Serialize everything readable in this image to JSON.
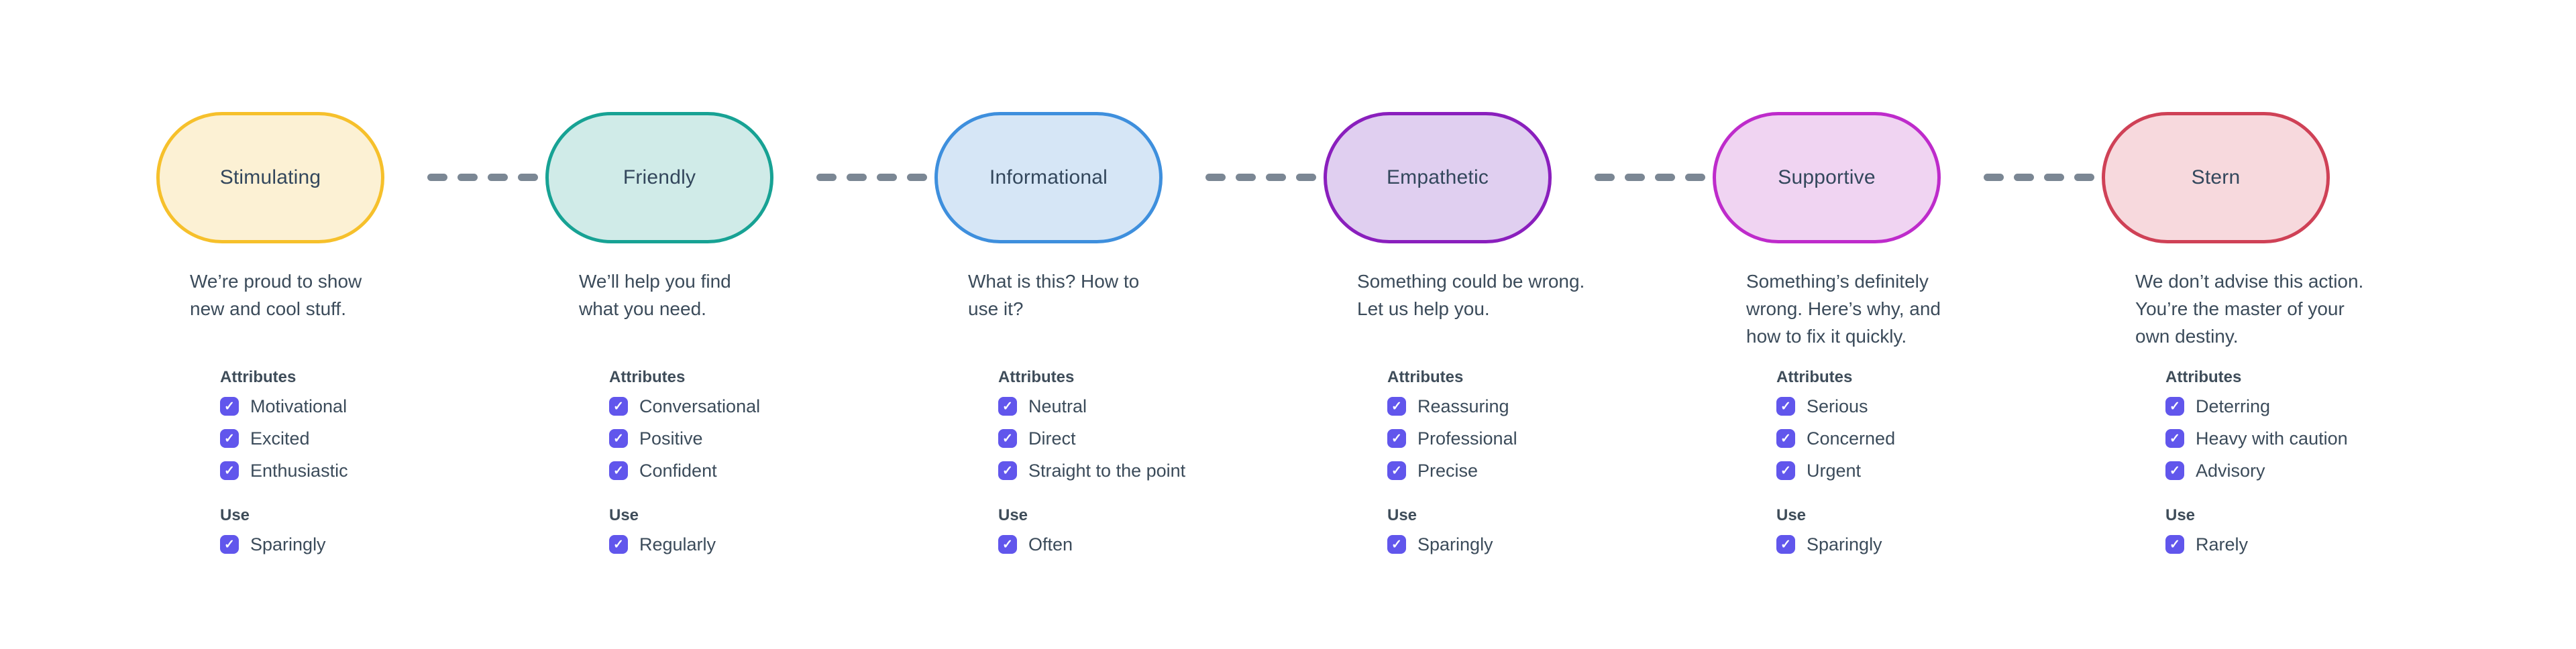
{
  "labels": {
    "attributes_heading": "Attributes",
    "use_heading": "Use"
  },
  "colors": {
    "connector": "#7B8794",
    "checkbox": "#6156EC",
    "text": "#3B4B5A"
  },
  "tones": [
    {
      "name": "Stimulating",
      "border": "#F6C02B",
      "fill": "#FCF1D4",
      "description": "We’re proud to show\nnew and cool stuff.",
      "attributes": [
        "Motivational",
        "Excited",
        "Enthusiastic"
      ],
      "attributes_checked": [
        true,
        true,
        true
      ],
      "use": "Sparingly",
      "use_checked": true
    },
    {
      "name": "Friendly",
      "border": "#17A294",
      "fill": "#D0EBE8",
      "description": "We’ll help you find\nwhat you need.",
      "attributes": [
        "Conversational",
        "Positive",
        "Confident"
      ],
      "attributes_checked": [
        true,
        true,
        true
      ],
      "use": "Regularly",
      "use_checked": true
    },
    {
      "name": "Informational",
      "border": "#3E8FDD",
      "fill": "#D6E6F6",
      "description": "What is this? How to\nuse it?",
      "attributes": [
        "Neutral",
        "Direct",
        "Straight to the point"
      ],
      "attributes_checked": [
        true,
        true,
        true
      ],
      "use": "Often",
      "use_checked": true
    },
    {
      "name": "Empathetic",
      "border": "#8A1FBD",
      "fill": "#E0CFF0",
      "description": "Something could be wrong.\nLet us help you.",
      "attributes": [
        "Reassuring",
        "Professional",
        "Precise"
      ],
      "attributes_checked": [
        true,
        true,
        true
      ],
      "use": "Sparingly",
      "use_checked": true
    },
    {
      "name": "Supportive",
      "border": "#BE2BCB",
      "fill": "#F0D4F2",
      "description": "Something’s definitely\nwrong. Here’s why, and\nhow to fix it quickly.",
      "attributes": [
        "Serious",
        "Concerned",
        "Urgent"
      ],
      "attributes_checked": [
        true,
        true,
        true
      ],
      "use": "Sparingly",
      "use_checked": true
    },
    {
      "name": "Stern",
      "border": "#CF4156",
      "fill": "#F7D9DD",
      "description": "We don’t advise this action.\nYou’re the master of your\nown destiny.",
      "attributes": [
        "Deterring",
        "Heavy with caution",
        "Advisory"
      ],
      "attributes_checked": [
        true,
        true,
        true
      ],
      "use": "Rarely",
      "use_checked": true
    }
  ]
}
